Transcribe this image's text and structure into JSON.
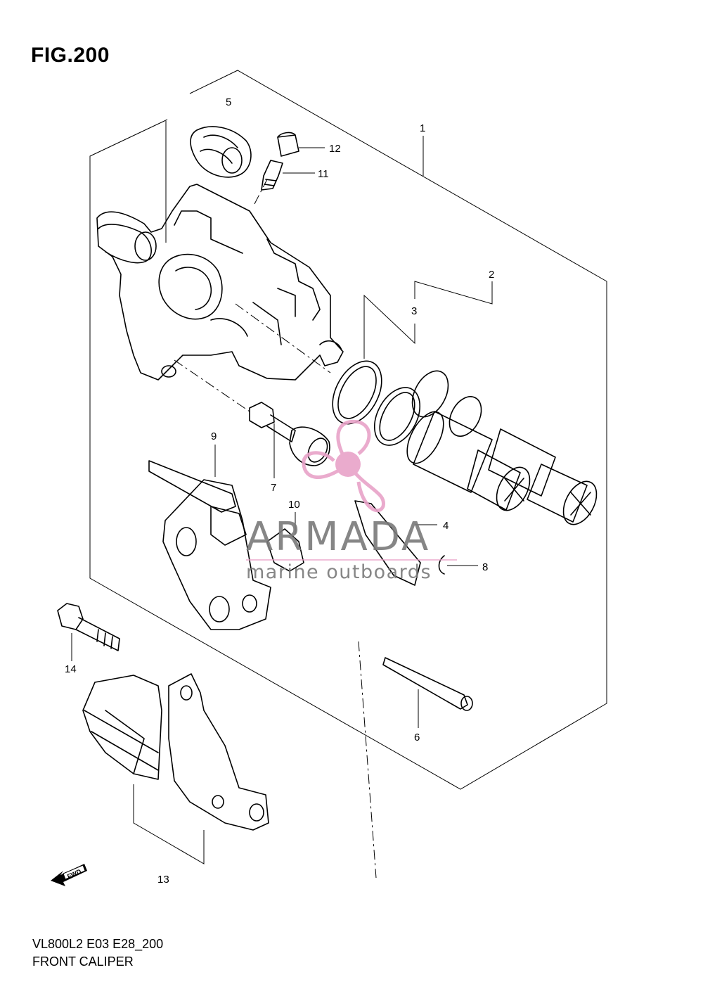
{
  "figure": {
    "title": "FIG.200",
    "model_code": "VL800L2 E03 E28_200",
    "caption": "FRONT CALIPER"
  },
  "callouts": [
    "1",
    "2",
    "3",
    "4",
    "5",
    "6",
    "7",
    "8",
    "9",
    "10",
    "11",
    "12",
    "13",
    "14"
  ],
  "fwd_badge": "FWD",
  "watermark": {
    "brand": "ARMADA",
    "tagline": "marine outboards",
    "logo_color": "#e8a2c8"
  }
}
